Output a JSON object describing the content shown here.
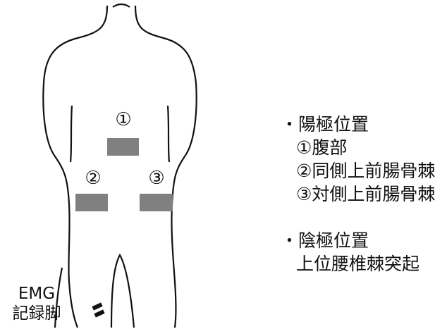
{
  "markers": {
    "pad1": "①",
    "pad2": "②",
    "pad3": "③"
  },
  "anode": {
    "heading": "・陽極位置",
    "items": [
      "①腹部",
      "②同側上前腸骨棘",
      "③対側上前腸骨棘"
    ]
  },
  "cathode": {
    "heading": "・陰極位置",
    "items": [
      "上位腰椎棘突起"
    ]
  },
  "emg": {
    "line1": "EMG",
    "line2": "記録脚"
  },
  "colors": {
    "outline": "#111111",
    "pad": "#808080",
    "background": "#ffffff"
  }
}
